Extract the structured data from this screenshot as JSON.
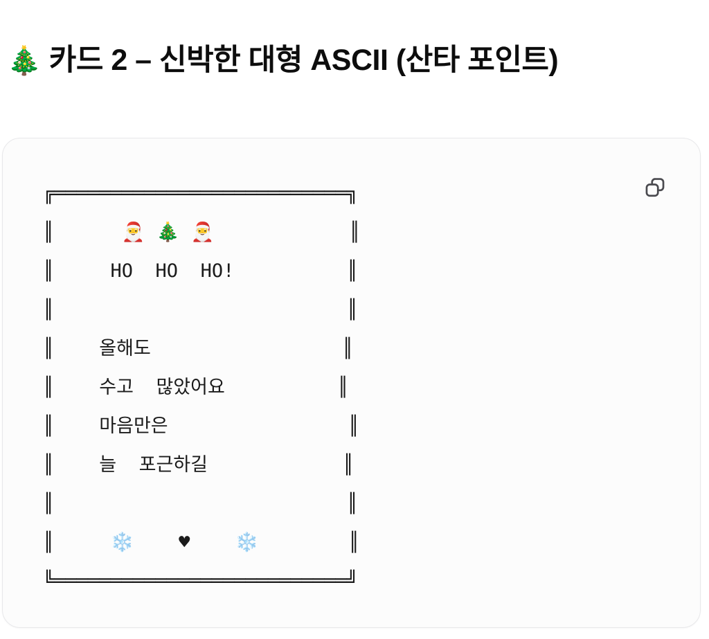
{
  "heading": {
    "emoji": "🎄",
    "text": " 카드 2 – 신박한 대형 ASCII (산타 포인트)"
  },
  "card": {
    "background_color": "#fcfcfc",
    "border_color": "#e8e8ea",
    "copy_button": {
      "icon": "copy-icon",
      "label": ""
    },
    "ascii_art": "╔══════════════════════════╗\n║      🎅 🎄 🎅            ║\n║     HO  HO  HO!          ║\n║                          ║\n║    올해도                 ║\n║    수고  많았어요          ║\n║    마음만은                ║\n║    늘  포근하길            ║\n║                          ║\n║     ❄️    ♥    ❄️        ║\n╚══════════════════════════╝",
    "ascii_lines": [
      "╔══════════════════════════╗",
      "║      🎅 🎄 🎅            ║",
      "║     HO  HO  HO!          ║",
      "║                          ║",
      "║    올해도                 ║",
      "║    수고  많았어요          ║",
      "║    마음만은                ║",
      "║    늘  포근하길            ║",
      "║                          ║",
      "║     ❄️    ♥    ❄️        ║",
      "╚══════════════════════════╝"
    ],
    "message_lines": [
      "HO  HO  HO!",
      "올해도",
      "수고  많았어요",
      "마음만은",
      "늘  포근하길"
    ],
    "decoration_emojis": [
      "🎅",
      "🎄",
      "🎅",
      "❄️",
      "♥",
      "❄️"
    ]
  }
}
